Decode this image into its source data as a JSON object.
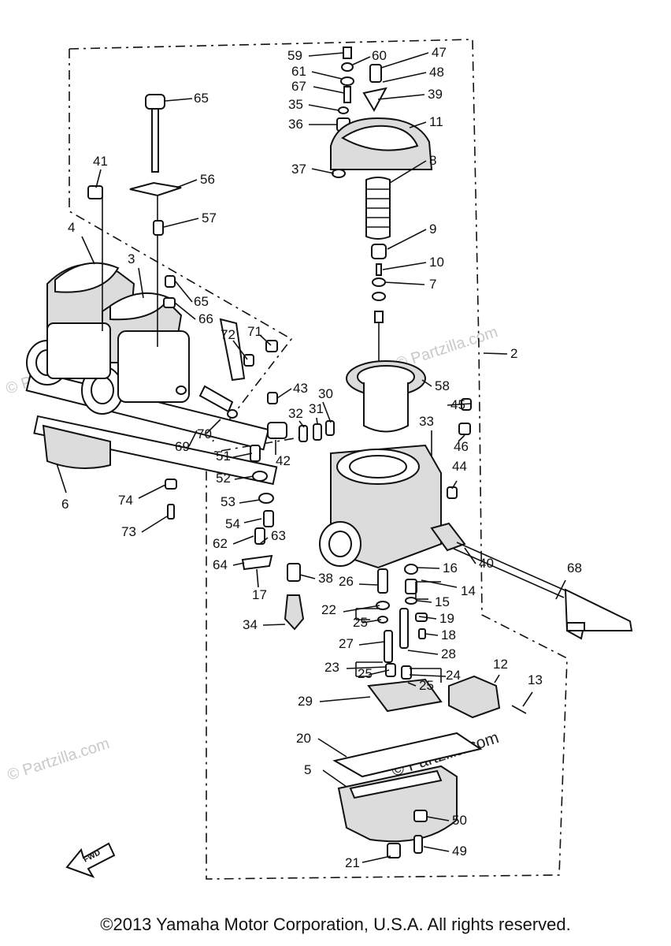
{
  "diagram": {
    "labels": [
      "59",
      "60",
      "47",
      "61",
      "48",
      "67",
      "39",
      "35",
      "11",
      "36",
      "65",
      "41",
      "56",
      "37",
      "8",
      "57",
      "4",
      "3",
      "9",
      "10",
      "65",
      "7",
      "66",
      "72",
      "71",
      "2",
      "58",
      "43",
      "30",
      "45",
      "32",
      "31",
      "33",
      "42",
      "51",
      "46",
      "52",
      "44",
      "53",
      "54",
      "63",
      "62",
      "64",
      "16",
      "40",
      "17",
      "38",
      "14",
      "15",
      "26",
      "68",
      "22",
      "25",
      "19",
      "34",
      "18",
      "27",
      "28",
      "12",
      "23",
      "25",
      "24",
      "13",
      "25",
      "29",
      "20",
      "5",
      "50",
      "21",
      "49",
      "6",
      "74",
      "73",
      "69",
      "70",
      "70"
    ],
    "fwd_label": "FWD",
    "watermarks": [
      "© Partzilla.com",
      "© Partzilla.com",
      "© Partzilla.com",
      "© Partzilla.com"
    ]
  },
  "footer": {
    "copyright": "©2013 Yamaha Motor Corporation, U.S.A. All rights reserved."
  }
}
